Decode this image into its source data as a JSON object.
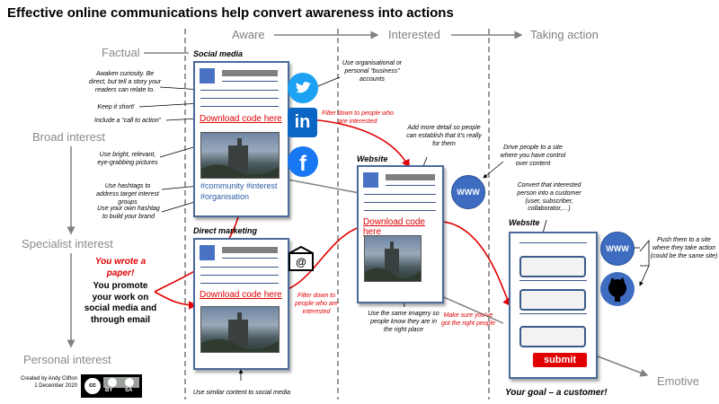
{
  "title": "Effective online communications help convert awareness into actions",
  "stages": {
    "aware": "Aware",
    "interested": "Interested",
    "taking_action": "Taking action"
  },
  "side_labels": {
    "factual": "Factual",
    "broad_interest": "Broad interest",
    "specialist_interest": "Specialist interest",
    "personal_interest": "Personal interest",
    "emotive": "Emotive"
  },
  "social_media": {
    "heading": "Social media",
    "download": "Download code here",
    "tags": [
      "#community #interest",
      "#organisation"
    ]
  },
  "direct_marketing": {
    "heading": "Direct marketing",
    "download": "Download code here"
  },
  "website_mid": {
    "heading": "Website",
    "download": "Download code here"
  },
  "website_right": {
    "heading": "Website",
    "submit": "submit"
  },
  "icons": {
    "twitter": "twitter-icon",
    "linkedin": "linkedin-icon",
    "facebook": "facebook-icon",
    "email": "email-icon",
    "github": "github-icon",
    "www_mid": "WWW",
    "www_right": "WWW"
  },
  "notes": {
    "awaken": "Awaken curiosity. Be direct, but tell a story your readers can relate to.",
    "keep_short": "Keep it short!",
    "cta": "Include a “call to action”",
    "pictures": "Use bright, relevant, eye-grabbing pictures",
    "hashtags": "Use hashtags to address target interest groups",
    "own_hashtag": "Use your own hashtag to build your brand",
    "accounts": "Use organisational or personal “business” accounts",
    "filter1": "Filter down to people who are interested",
    "filter2": "Filter down to people who are interested",
    "add_detail": "Add more detail so people can establish that it’s really for them",
    "drive": "Drive people to a site where you have control over content",
    "convert": "Convert that interested person into a customer (user, subscriber, collaborator,…)",
    "push": "Push them to a site where they take action (could be the same site)",
    "same_imagery": "Use the same imagery so people know they are in the right place",
    "right_people": "Make sure you’ve got the right people",
    "similar_content": "Use similar content to social media"
  },
  "callout": {
    "red": "You wrote a paper!",
    "black": "You promote your work on social media and through email"
  },
  "goal": "Your goal – a customer!",
  "credit": {
    "line1": "Created by Andy Clifton",
    "line2": "1 December 2020"
  },
  "license": {
    "cc": "cc",
    "by": "BY",
    "sa": "SA"
  },
  "colors": {
    "red": "#e00000",
    "blue": "#3d6cc0",
    "grey": "#808080"
  }
}
